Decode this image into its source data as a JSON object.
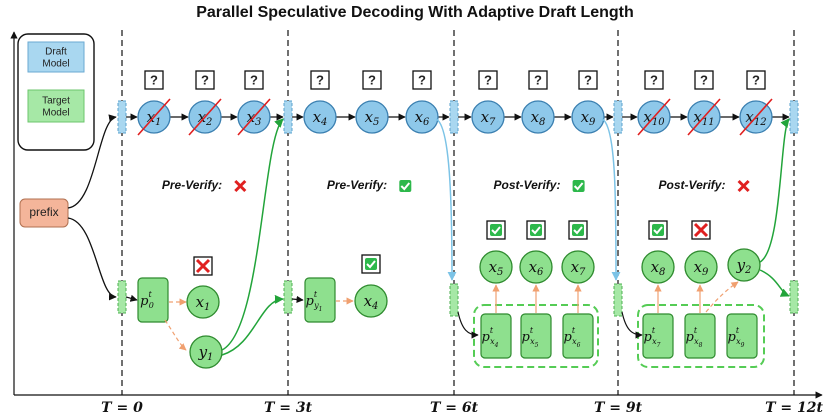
{
  "title": "Parallel Speculative Decoding With Adaptive Draft Length",
  "legend": {
    "draft": [
      "Draft",
      "Model"
    ],
    "target": [
      "Target",
      "Model"
    ]
  },
  "prefix_label": "prefix",
  "phases": [
    {
      "label": "Pre-Verify:",
      "result": "✗"
    },
    {
      "label": "Pre-Verify:",
      "result": "✓"
    },
    {
      "label": "Post-Verify:",
      "result": "✓"
    },
    {
      "label": "Post-Verify:",
      "result": "✗"
    }
  ],
  "time_labels": [
    "T = 0",
    "T = 3t",
    "T = 6t",
    "T = 9t",
    "T = 12t"
  ],
  "unknown_mark": "?",
  "draft_tokens": [
    {
      "sym": "x",
      "sub": "1",
      "rejected": true
    },
    {
      "sym": "x",
      "sub": "2",
      "rejected": true
    },
    {
      "sym": "x",
      "sub": "3",
      "rejected": true
    },
    {
      "sym": "x",
      "sub": "4",
      "rejected": false
    },
    {
      "sym": "x",
      "sub": "5",
      "rejected": false
    },
    {
      "sym": "x",
      "sub": "6",
      "rejected": false
    },
    {
      "sym": "x",
      "sub": "7",
      "rejected": false
    },
    {
      "sym": "x",
      "sub": "8",
      "rejected": false
    },
    {
      "sym": "x",
      "sub": "9",
      "rejected": false
    },
    {
      "sym": "x",
      "sub": "10",
      "rejected": true
    },
    {
      "sym": "x",
      "sub": "11",
      "rejected": true
    },
    {
      "sym": "x",
      "sub": "12",
      "rejected": true
    }
  ],
  "target_tokens_seg1": [
    {
      "sym": "x",
      "sub": "1",
      "status": "reject"
    },
    {
      "sym": "y",
      "sub": "1",
      "status": "none"
    }
  ],
  "target_tokens_seg2": [
    {
      "sym": "x",
      "sub": "4",
      "status": "accept"
    }
  ],
  "target_tokens_seg3": [
    {
      "sym": "x",
      "sub": "5",
      "status": "accept"
    },
    {
      "sym": "x",
      "sub": "6",
      "status": "accept"
    },
    {
      "sym": "x",
      "sub": "7",
      "status": "accept"
    }
  ],
  "target_tokens_seg4": [
    {
      "sym": "x",
      "sub": "8",
      "status": "accept"
    },
    {
      "sym": "x",
      "sub": "9",
      "status": "reject"
    },
    {
      "sym": "y",
      "sub": "2",
      "status": "none"
    }
  ],
  "prob_boxes": {
    "seg1": [
      {
        "sub": "0"
      }
    ],
    "seg2": [
      {
        "sub": "y",
        "subsub": "1"
      }
    ],
    "seg3": [
      {
        "sub": "x",
        "subsub": "4"
      },
      {
        "sub": "x",
        "subsub": "5"
      },
      {
        "sub": "x",
        "subsub": "6"
      }
    ],
    "seg4": [
      {
        "sub": "x",
        "subsub": "7"
      },
      {
        "sub": "x",
        "subsub": "8"
      },
      {
        "sub": "x",
        "subsub": "9"
      }
    ]
  },
  "prob_symbol": "p",
  "prob_sup": "t",
  "colors": {
    "draft_fill": "#8ec8ea",
    "draft_stroke": "#3a7fb0",
    "target_fill": "#8ee08e",
    "target_stroke": "#2e8a2e",
    "prefix_fill": "#f4b59a",
    "accept": "#2db84b",
    "reject": "#e02020",
    "arrow_green": "#22a43a",
    "arrow_blue": "#7cc3e6",
    "arrow_orange": "#f0a070"
  }
}
